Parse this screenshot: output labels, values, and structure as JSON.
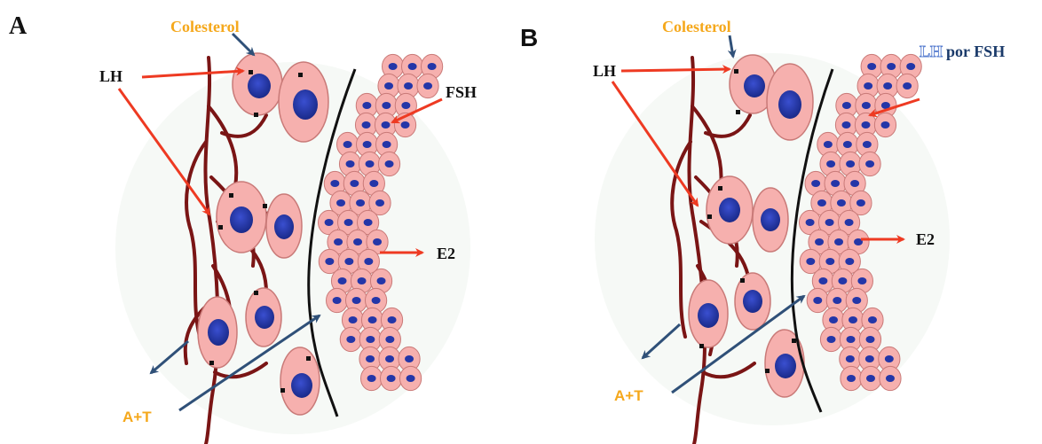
{
  "panels": [
    {
      "letter": "A",
      "colesterol": "Colesterol",
      "lh": "LH",
      "fsh_pre": "",
      "fsh": "FSH",
      "e2": "E2",
      "at": "A+T"
    },
    {
      "letter": "B",
      "colesterol": "Colesterol",
      "lh": "LH",
      "fsh_pre": "LH",
      "fsh": "por FSH",
      "e2": "E2",
      "at": "A+T"
    }
  ],
  "colors": {
    "red_arrow": "#ee3a22",
    "blue_arrow": "#2f5078",
    "orange_text": "#f5a81c",
    "vessel": "#7a1515",
    "cell_fill": "#f6b0ae",
    "cell_stroke": "#c97a78",
    "nucleus": "#2436a8",
    "membrane": "#111111"
  }
}
